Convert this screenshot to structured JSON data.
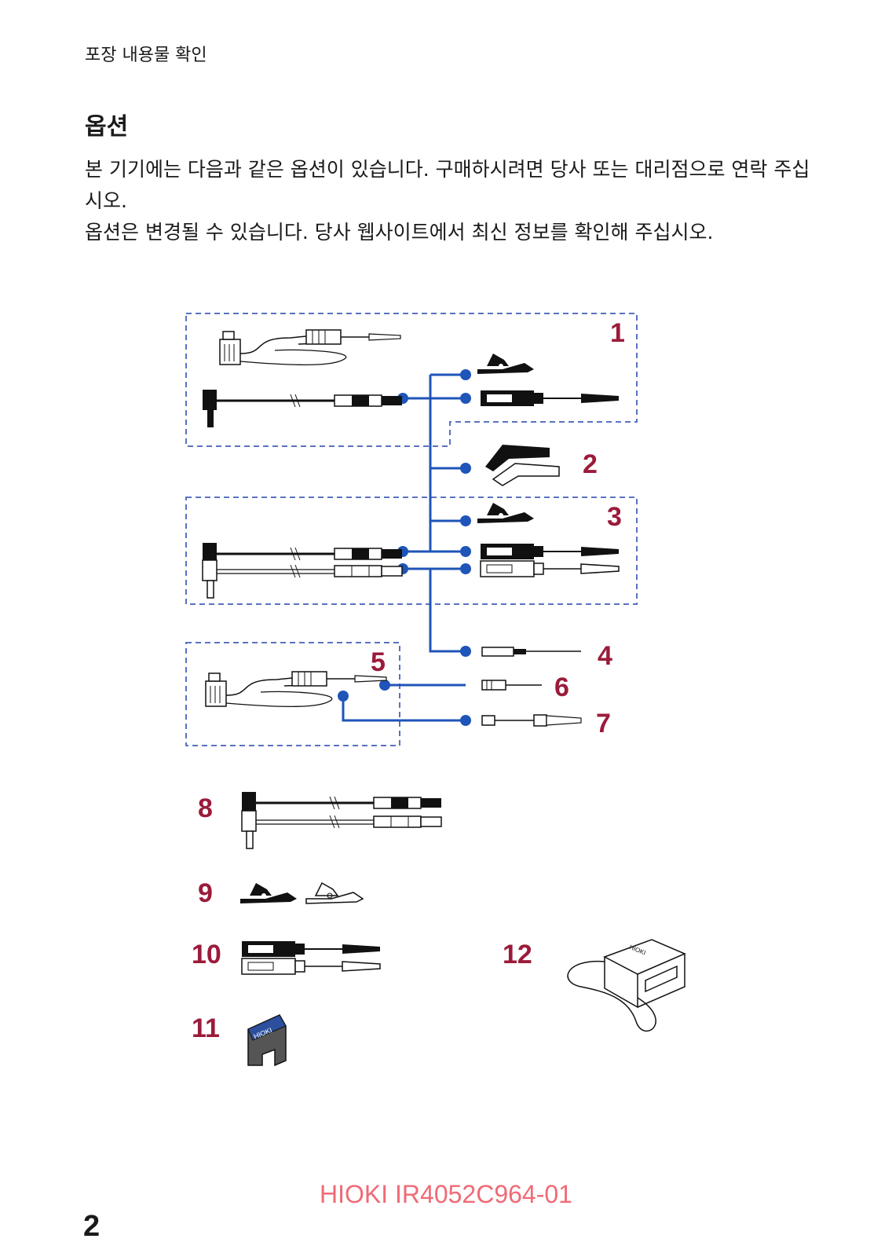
{
  "header": {
    "section": "포장 내용물 확인"
  },
  "title": "옵션",
  "paragraphs": [
    "본 기기에는 다음과 같은 옵션이 있습니다. 구매하시려면 당사 또는 대리점으로 연락 주십시오.",
    "옵션은 변경될 수 있습니다. 당사 웹사이트에서 최신 정보를 확인해 주십시오."
  ],
  "figure": {
    "labels": [
      "1",
      "2",
      "3",
      "4",
      "5",
      "6",
      "7",
      "8",
      "9",
      "10",
      "11",
      "12"
    ],
    "device_brand": "HIOKI",
    "colors": {
      "connector": "#1f54b8",
      "dashed_border": "#5a72c2",
      "label": "#9b1b3a"
    }
  },
  "footer": {
    "doc_code": "HIOKI IR4052C964-01",
    "page_number": "2"
  }
}
